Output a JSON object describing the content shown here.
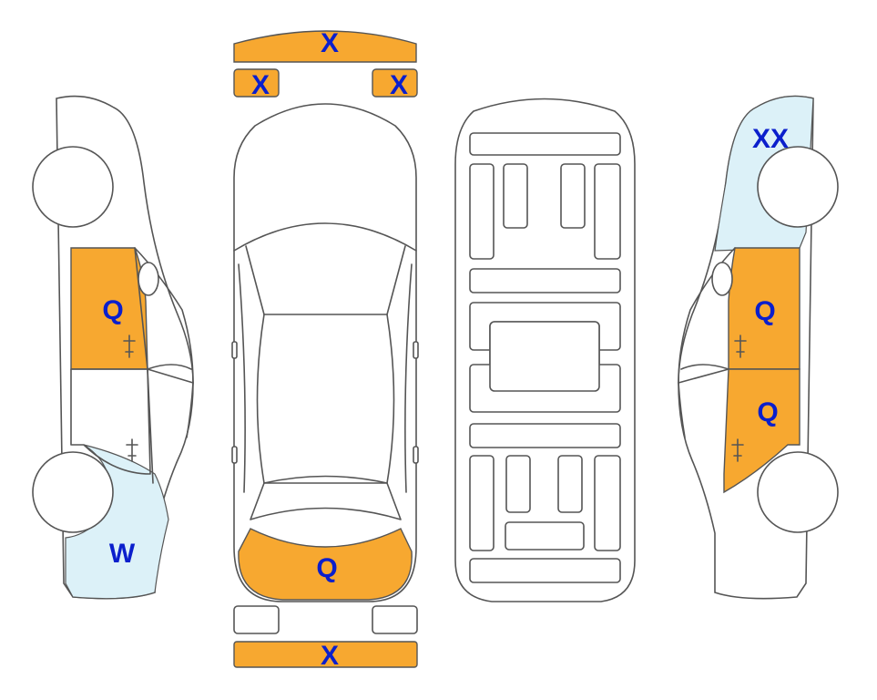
{
  "colors": {
    "damage_orange": "#F7A830",
    "damage_light_blue": "#DCF1F8",
    "outline": "#555555",
    "label_blue": "#0B1FCC",
    "background": "#FFFFFF"
  },
  "labels": {
    "front_bumper": "X",
    "front_left_lamp": "X",
    "front_right_lamp": "X",
    "hood_front": "Q",
    "rear_bumper": "X",
    "left_front_door": "Q",
    "left_rear_quarter": "W",
    "right_rear_quarter": "XX",
    "right_front_door": "Q",
    "right_rear_door": "Q"
  }
}
